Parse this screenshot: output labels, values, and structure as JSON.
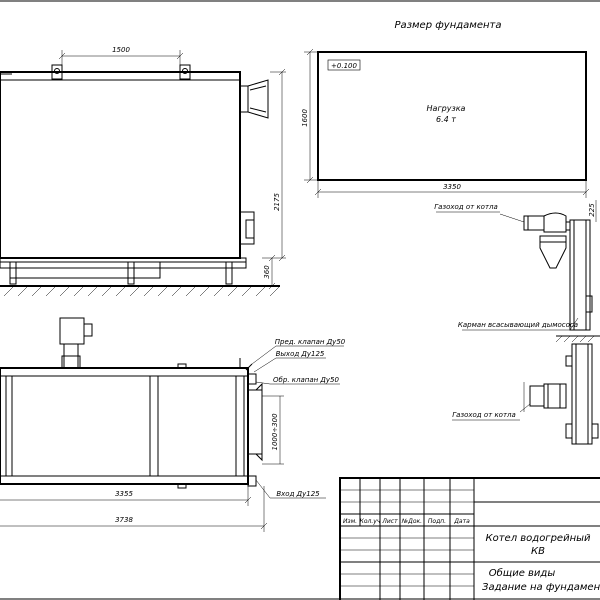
{
  "foundation": {
    "title": "Размер фундамента",
    "level_mark": "+0.100",
    "load_label": "Нагрузка",
    "load_value": "6.4 т",
    "width_dim": "3350",
    "height_dim": "1600"
  },
  "front_view": {
    "dim_top": "1500",
    "dim_height": "2175",
    "dim_base": "360"
  },
  "plan_view": {
    "label_safety_valve": "Пред. клапан Ду50",
    "label_outlet": "Выход Ду125",
    "label_return_valve": "Обр. клапан Ду50",
    "label_inlet": "Вход Ду125",
    "dim_side": "1000÷300",
    "dim_inner": "3355",
    "dim_total": "3738"
  },
  "side_views": {
    "label_flue_top": "Газоход от котла",
    "label_pocket": "Карман всасывающий дымососа",
    "label_flue_bottom": "Газоход от котла",
    "dim_225": "225"
  },
  "title_block": {
    "col_izm": "Изм.",
    "col_kolch": "Кол.уч",
    "col_list": "Лист",
    "col_ndok": "№Док.",
    "col_podp": "Подп.",
    "col_data": "Дата",
    "name_line1": "Котел водогрейный",
    "name_line2": "КВ",
    "sheet_line1": "Общие виды",
    "sheet_line2": "Задание на фундамент"
  }
}
